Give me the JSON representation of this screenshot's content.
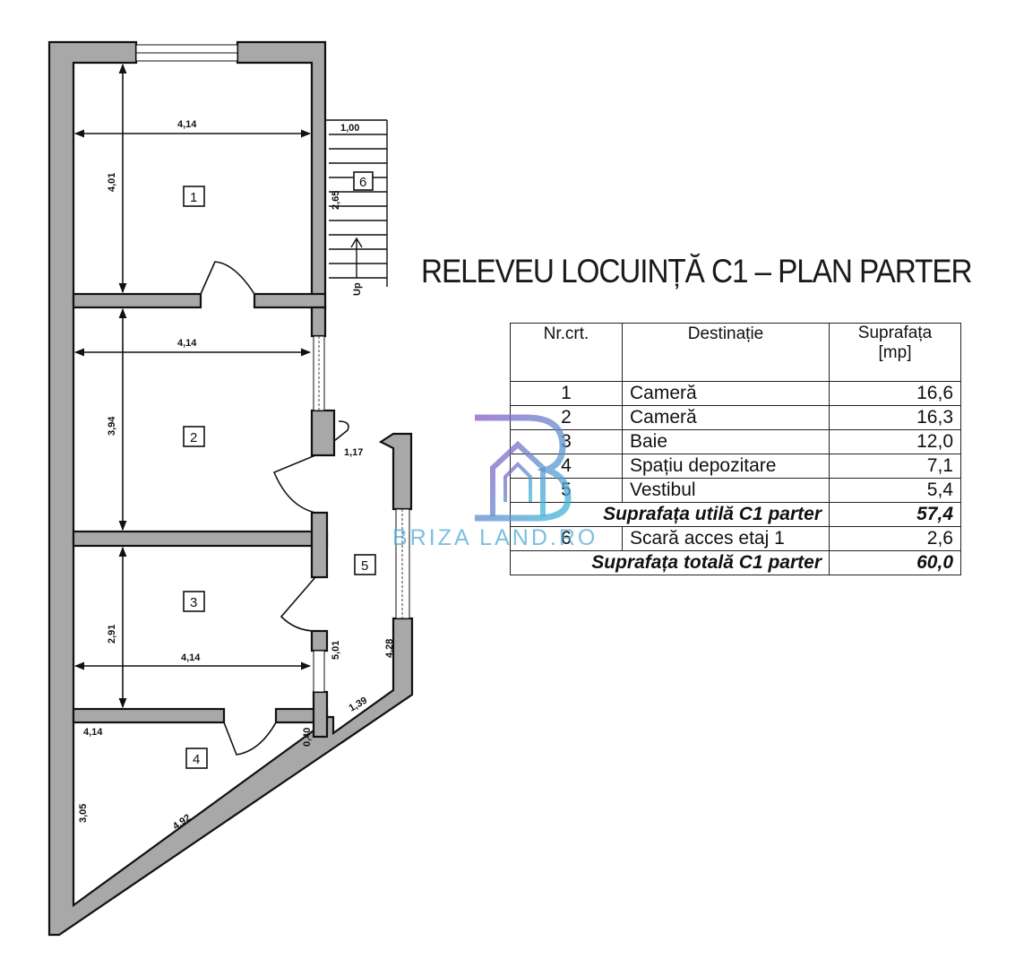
{
  "title": "RELEVEU LOCUINȚĂ C1 – PLAN PARTER",
  "watermark": "BRIZA LAND.RO",
  "colors": {
    "wall_fill": "#a8a8a8",
    "line": "#111111",
    "watermark": "#50aad7"
  },
  "plan": {
    "rooms": [
      "1",
      "2",
      "3",
      "4",
      "5",
      "6"
    ],
    "dimensions": {
      "r1_width": "4,14",
      "r1_height": "4,01",
      "r2_width": "4,14",
      "r2_height": "3,94",
      "r3_width": "4,14",
      "r3_height": "2,91",
      "r4_top": "4,14",
      "r4_left": "3,05",
      "r4_diag": "4,92",
      "r4_small": "0,40",
      "hall_door": "1,17",
      "hall_height": "5,01",
      "hall_right": "4,28",
      "hall_bottom": "1,39",
      "stair_width": "1,00",
      "stair_length": "2,65"
    },
    "stair_label": "Up"
  },
  "table": {
    "headers": {
      "nr": "Nr.crt.",
      "dest": "Destinație",
      "surf_line1": "Suprafața",
      "surf_line2": "[mp]"
    },
    "rows": [
      {
        "nr": "1",
        "dest": "Cameră",
        "surf": "16,6"
      },
      {
        "nr": "2",
        "dest": "Cameră",
        "surf": "16,3"
      },
      {
        "nr": "3",
        "dest": "Baie",
        "surf": "12,0"
      },
      {
        "nr": "4",
        "dest": "Spațiu depozitare",
        "surf": "7,1"
      },
      {
        "nr": "5",
        "dest": "Vestibul",
        "surf": "5,4"
      }
    ],
    "subtotal": {
      "label": "Suprafața utilă C1 parter",
      "value": "57,4"
    },
    "extra": {
      "nr": "6",
      "dest": "Scară acces etaj 1",
      "surf": "2,6"
    },
    "total": {
      "label": "Suprafața totală C1 parter",
      "value": "60,0"
    }
  }
}
